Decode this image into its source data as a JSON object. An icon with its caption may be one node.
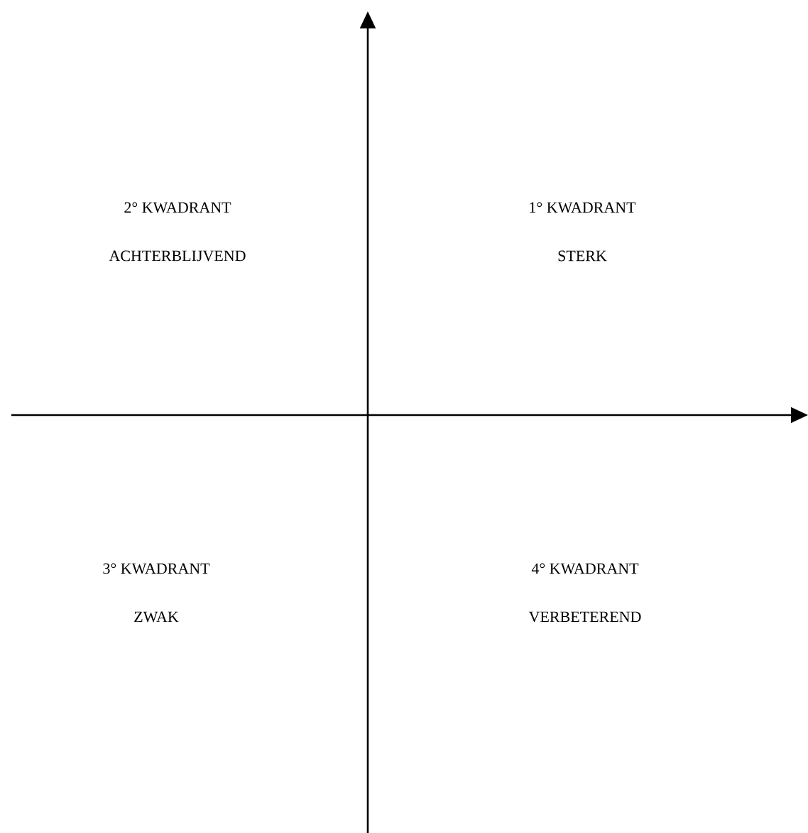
{
  "diagram": {
    "labels": [
      "2° KWADRANT",
      "ACHTERBLIJVEND",
      "1° KWADRANT",
      "STERK",
      "3° KWADRANT",
      "ZWAK",
      "4° KWADRANT",
      "VERBETEREND"
    ]
  }
}
